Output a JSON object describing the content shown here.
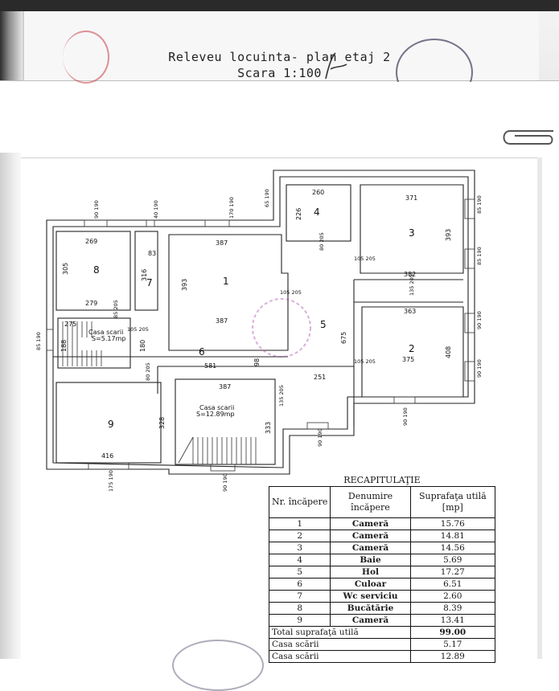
{
  "header": {
    "line1": "Releveu locuinta- plan etaj 2",
    "line2": "Scara 1:100"
  },
  "plan": {
    "rooms": [
      {
        "id": "1",
        "label": "1"
      },
      {
        "id": "2",
        "label": "2"
      },
      {
        "id": "3",
        "label": "3"
      },
      {
        "id": "4",
        "label": "4"
      },
      {
        "id": "5",
        "label": "5"
      },
      {
        "id": "6",
        "label": "6"
      },
      {
        "id": "7",
        "label": "7"
      },
      {
        "id": "8",
        "label": "8"
      },
      {
        "id": "9",
        "label": "9"
      }
    ],
    "stairs_small": {
      "name": "Casa scarii",
      "area": "S=5.17mp"
    },
    "stairs_large": {
      "name": "Casa scarii",
      "area": "S=12.89mp"
    },
    "dimensions": {
      "d269": "269",
      "d305": "305",
      "d279": "279",
      "d83": "83",
      "d316": "316",
      "d387a": "387",
      "d393a": "393",
      "d387b": "387",
      "d260": "260",
      "d226": "226",
      "d371": "371",
      "d393b": "393",
      "d382": "382",
      "d363": "363",
      "d375": "375",
      "d408": "408",
      "d675": "675",
      "d251": "251",
      "d581": "581",
      "d98": "98",
      "d387c": "387",
      "d333": "333",
      "d328": "328",
      "d416": "416",
      "d275": "275",
      "d188": "188",
      "d180": "180"
    },
    "openings": {
      "o90_190_a": "90 190",
      "o40_190": "40 190",
      "o170_190": "170 190",
      "o65_190": "65 190",
      "o85_190_a": "85 190",
      "o85_190_b": "85 190",
      "o80_205": "80 205",
      "o105_205_a": "105 205",
      "o105_205_b": "105 205",
      "o135_205_a": "135 205",
      "o90_190_b": "90 190",
      "o90_190_c": "90 190",
      "o85_205": "85 205",
      "o105_205_c": "105 205",
      "o85_190_c": "85 190",
      "o80_205_b": "80 205",
      "o105_205_d": "105 205",
      "o135_205_b": "135 205",
      "o90_190_d": "90 190",
      "o90_190_e": "90 190",
      "o175_190": "175 190",
      "o90_190_f": "90 190"
    }
  },
  "recap": {
    "title": "RECAPITULAŢIE",
    "headers": {
      "nr": "Nr. încăpere",
      "denumire": "Denumire încăpere",
      "suprafata": "Suprafaţa utilă [mp]"
    },
    "rows": [
      {
        "nr": "1",
        "name": "Cameră",
        "area": "15.76"
      },
      {
        "nr": "2",
        "name": "Cameră",
        "area": "14.81"
      },
      {
        "nr": "3",
        "name": "Cameră",
        "area": "14.56"
      },
      {
        "nr": "4",
        "name": "Baie",
        "area": "5.69"
      },
      {
        "nr": "5",
        "name": "Hol",
        "area": "17.27"
      },
      {
        "nr": "6",
        "name": "Culoar",
        "area": "6.51"
      },
      {
        "nr": "7",
        "name": "Wc serviciu",
        "area": "2.60"
      },
      {
        "nr": "8",
        "name": "Bucătărie",
        "area": "8.39"
      },
      {
        "nr": "9",
        "name": "Cameră",
        "area": "13.41"
      }
    ],
    "total": {
      "label": "Total suprafaţă utilă",
      "area": "99.00"
    },
    "extra": [
      {
        "label": "Casa scării",
        "area": "5.17"
      },
      {
        "label": "Casa scării",
        "area": "12.89"
      }
    ]
  },
  "colors": {
    "ink": "#222222",
    "stamp_red": "#c83c46",
    "stamp_purple": "#aa50aa",
    "paper": "#ffffff"
  }
}
